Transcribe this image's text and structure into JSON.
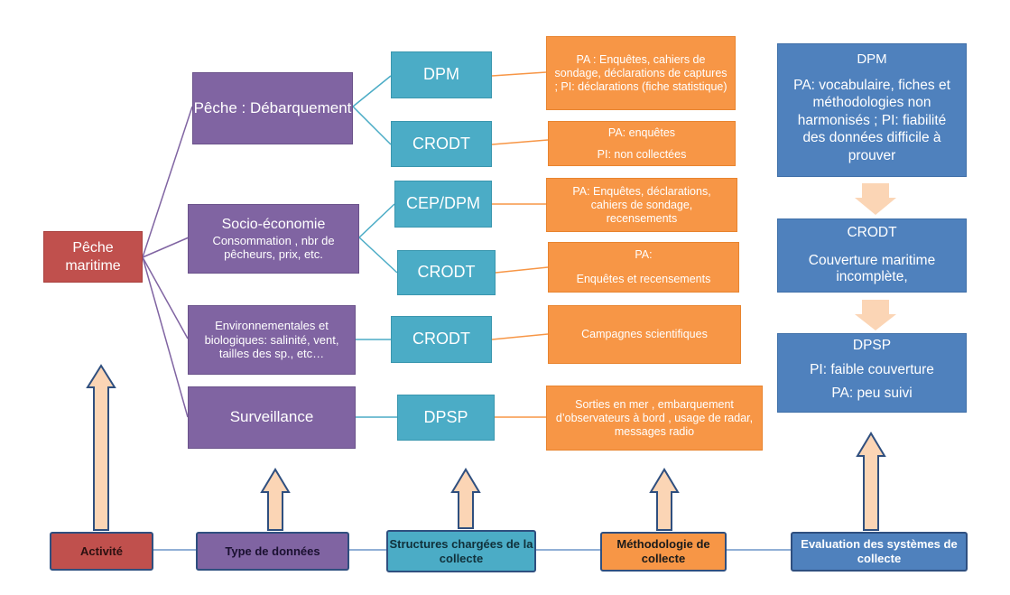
{
  "activity": {
    "title": "Pêche maritime"
  },
  "data_types": [
    {
      "title": "Pêche : Débarquement",
      "sub": ""
    },
    {
      "title": "Socio-économie",
      "sub": "Consommation , nbr de pêcheurs, prix, etc."
    },
    {
      "title": "Environnementales et biologiques: salinité, vent, tailles des sp., etc…",
      "sub": ""
    },
    {
      "title": "Surveillance",
      "sub": ""
    }
  ],
  "structures": [
    "DPM",
    "CRODT",
    "CEP/DPM",
    "CRODT",
    "CRODT",
    "DPSP"
  ],
  "methodologies": [
    [
      "PA : Enquêtes, cahiers de sondage,  déclarations de captures  ; PI: déclarations (fiche statistique)"
    ],
    [
      "PA: enquêtes",
      "PI: non collectées"
    ],
    [
      "PA: Enquêtes, déclarations, cahiers de sondage, recensements"
    ],
    [
      "PA:",
      "Enquêtes et recensements"
    ],
    [
      "Campagnes scientifiques"
    ],
    [
      "Sorties en mer , embarquement d’observateurs à bord , usage de radar, messages radio"
    ]
  ],
  "evaluations": [
    {
      "title": "DPM",
      "text": "PA: vocabulaire, fiches et méthodologies non harmonisés ; PI: fiabilité des données difficile à prouver"
    },
    {
      "title": "CRODT",
      "text": "Couverture maritime incomplète,"
    },
    {
      "title": "DPSP",
      "lines": [
        "PI: faible couverture",
        "PA: peu suivi"
      ]
    }
  ],
  "footer": {
    "activity": "Activité",
    "data_type": "Type de données",
    "structures": "Structures chargées de la collecte",
    "methodology": "Méthodologie de collecte",
    "evaluation": "Evaluation des systèmes de collecte"
  },
  "colors": {
    "red": "#c0504d",
    "purple": "#8064a2",
    "teal": "#4bacc6",
    "orange": "#f79646",
    "blue": "#4f81bd",
    "arrow_fill": "#fbd5b5",
    "arrow_stroke": "#2f4f7f"
  }
}
